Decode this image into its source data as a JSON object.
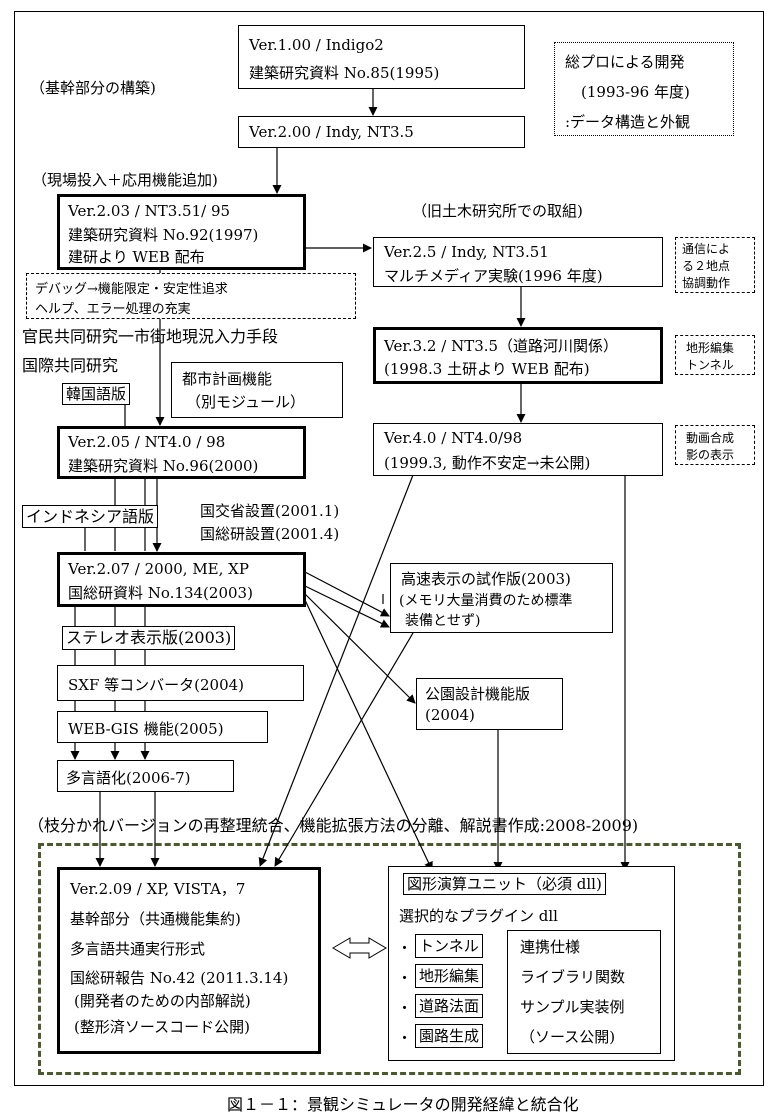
{
  "boxes": {
    "v100": [
      "Ver.1.00 / Indigo2",
      "建築研究資料 No.85(1995)"
    ],
    "v200": [
      "Ver.2.00 / Indy, NT3.5"
    ],
    "soupro": [
      "総プロによる開発",
      "(1993-96 年度)",
      ":データ構造と外観"
    ],
    "v203": [
      "Ver.2.03 / NT3.51/ 95",
      "建築研究資料 No.92(1997)",
      "建研より WEB 配布"
    ],
    "debug": [
      "デバッグ→機能限定・安定性追求",
      "ヘルプ、エラー処理の充実"
    ],
    "v25": [
      "Ver.2.5 / Indy, NT3.51",
      "マルチメディア実験(1996 年度)"
    ],
    "tsushin": [
      "通信によ",
      "る２地点",
      "協調動作"
    ],
    "v32": [
      "Ver.3.2 / NT3.5（道路河川関係）",
      "(1998.3 土研より WEB 配布)"
    ],
    "chikei": [
      "地形編集",
      "トンネル"
    ],
    "toshi": [
      "都市計画機能",
      "（別モジュール）"
    ],
    "v205": [
      "Ver.2.05 / NT4.0 / 98",
      "建築研究資料 No.96(2000)"
    ],
    "v40": [
      "Ver.4.0 / NT4.0/98",
      "(1999.3, 動作不安定→未公開)"
    ],
    "douga": [
      "動画合成",
      "影の表示"
    ],
    "v207": [
      "Ver.2.07 / 2000, ME, XP",
      "国総研資料 No.134(2003)"
    ],
    "kousoku": [
      "高速表示の試作版(2003)",
      "(メモリ大量消費のため標準",
      "装備とせず)"
    ],
    "stereo": [
      "ステレオ表示版(2003)"
    ],
    "sxf": [
      "SXF 等コンバータ(2004)"
    ],
    "koen": [
      "公園設計機能版",
      "(2004)"
    ],
    "webgis": [
      "WEB-GIS 機能(2005)"
    ],
    "tagengo": [
      "多言語化(2006-7)"
    ],
    "v209": [
      "Ver.2.09 / XP, VISTA，7",
      "基幹部分（共通機能集約)",
      "多言語共通実行形式",
      "国総研報告 No.42 (2011.3.14)",
      "(開発者のための内部解説)",
      "(整形済ソースコード公開)"
    ],
    "unit_title": "図形演算ユニット（必須 dll)",
    "plugin_title": "選択的なプラグイン dll",
    "plugins": [
      "トンネル",
      "地形編集",
      "道路法面",
      "園路生成"
    ],
    "bullet": "・",
    "renkei": [
      "連携仕様",
      "ライブラリ関数",
      "サンプル実装例",
      "（ソース公開)"
    ]
  },
  "labels": {
    "kikan": "（基幹部分の構築)",
    "genba": "（現場投入＋応用機能追加)",
    "kyudoboku": "（旧土木研究所での取組)",
    "kanmin": "官民共同研究一市街地現況入力手段",
    "kokusai": "国際共同研究",
    "korean": "韓国語版",
    "indonesia": "インドネシア語版",
    "kokko": "国交省設置(2001.1)",
    "kokusou": "国総研設置(2001.4)",
    "edaware": "（枝分かれバージョンの再整理統合、機能拡張方法の分離、解説書作成:2008-2009)",
    "caption": "図１－１：景観シミュレータの開発経緯と統合化"
  }
}
